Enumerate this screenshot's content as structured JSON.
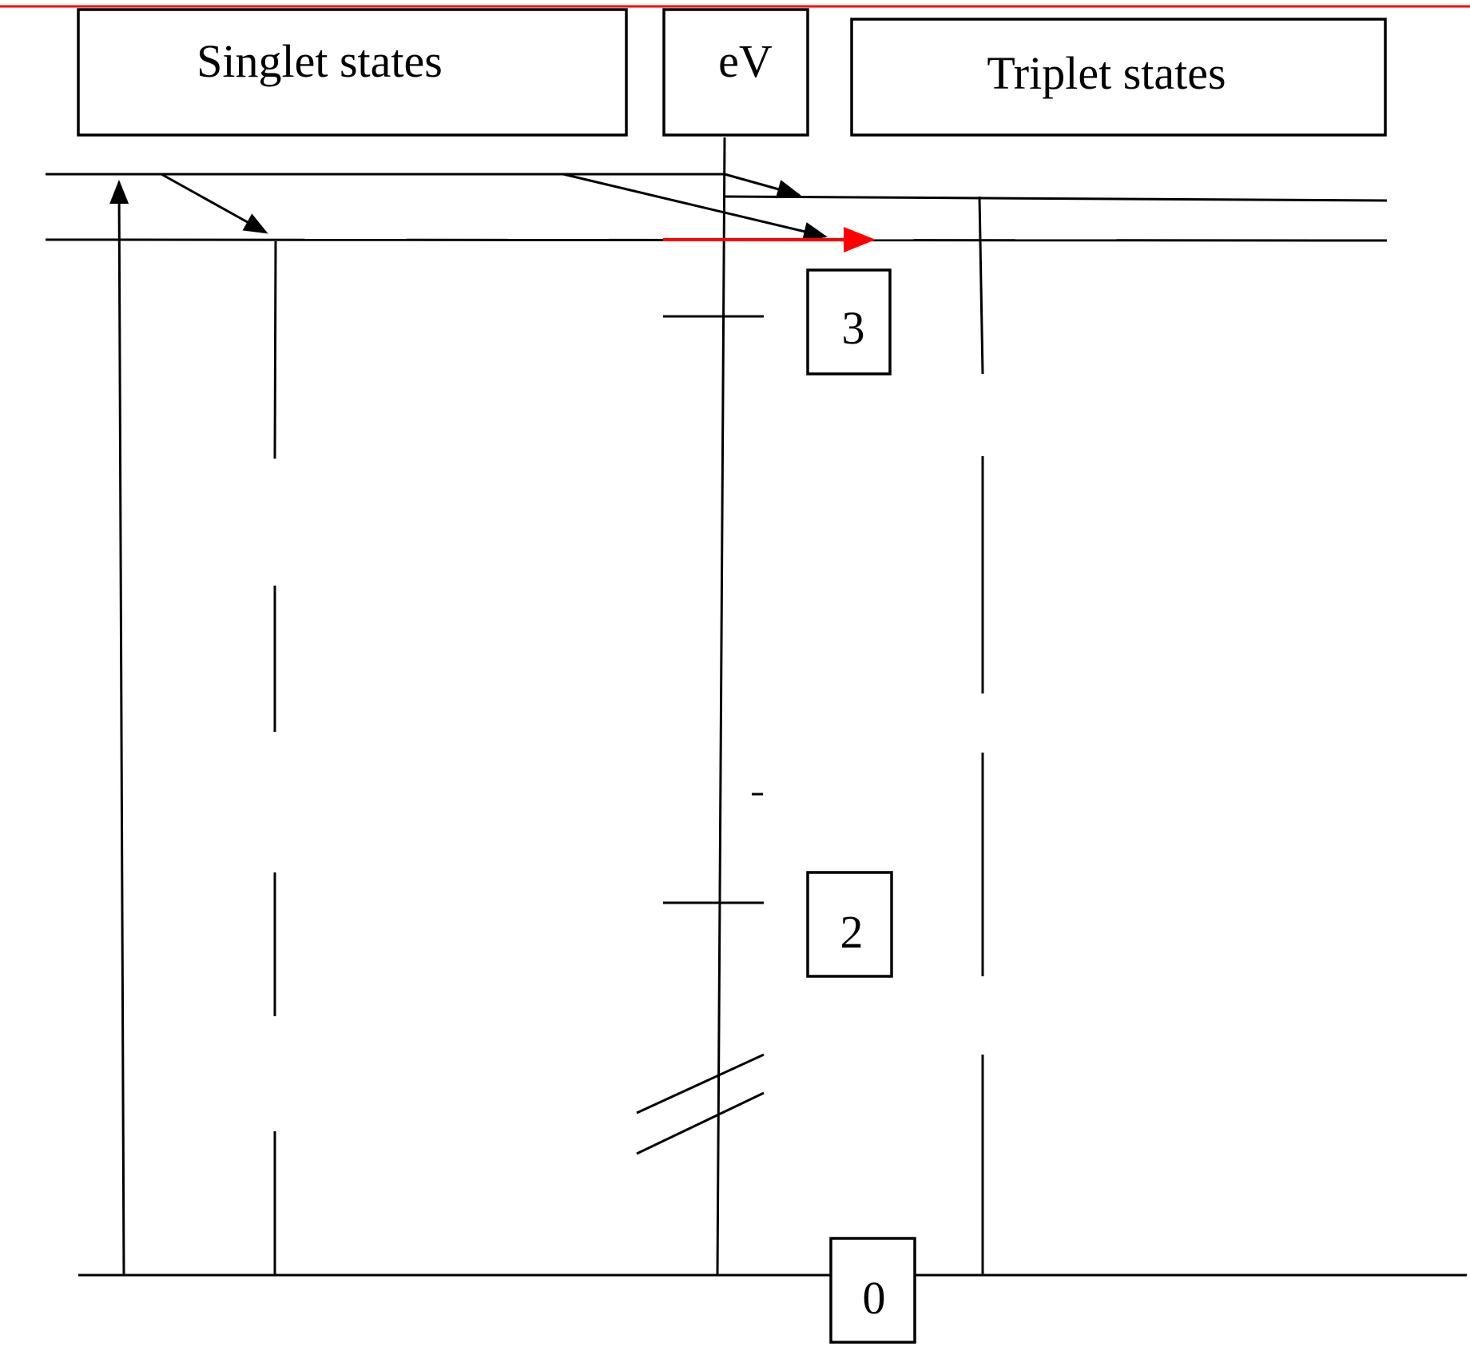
{
  "labels": {
    "singlet_header": "Singlet states",
    "energy_unit": "eV",
    "triplet_header": "Triplet states",
    "tick_3": "3",
    "tick_2": "2",
    "tick_0": "0"
  },
  "colors": {
    "line": "#000000",
    "highlight": "#ff0000",
    "background": "#ffffff"
  }
}
